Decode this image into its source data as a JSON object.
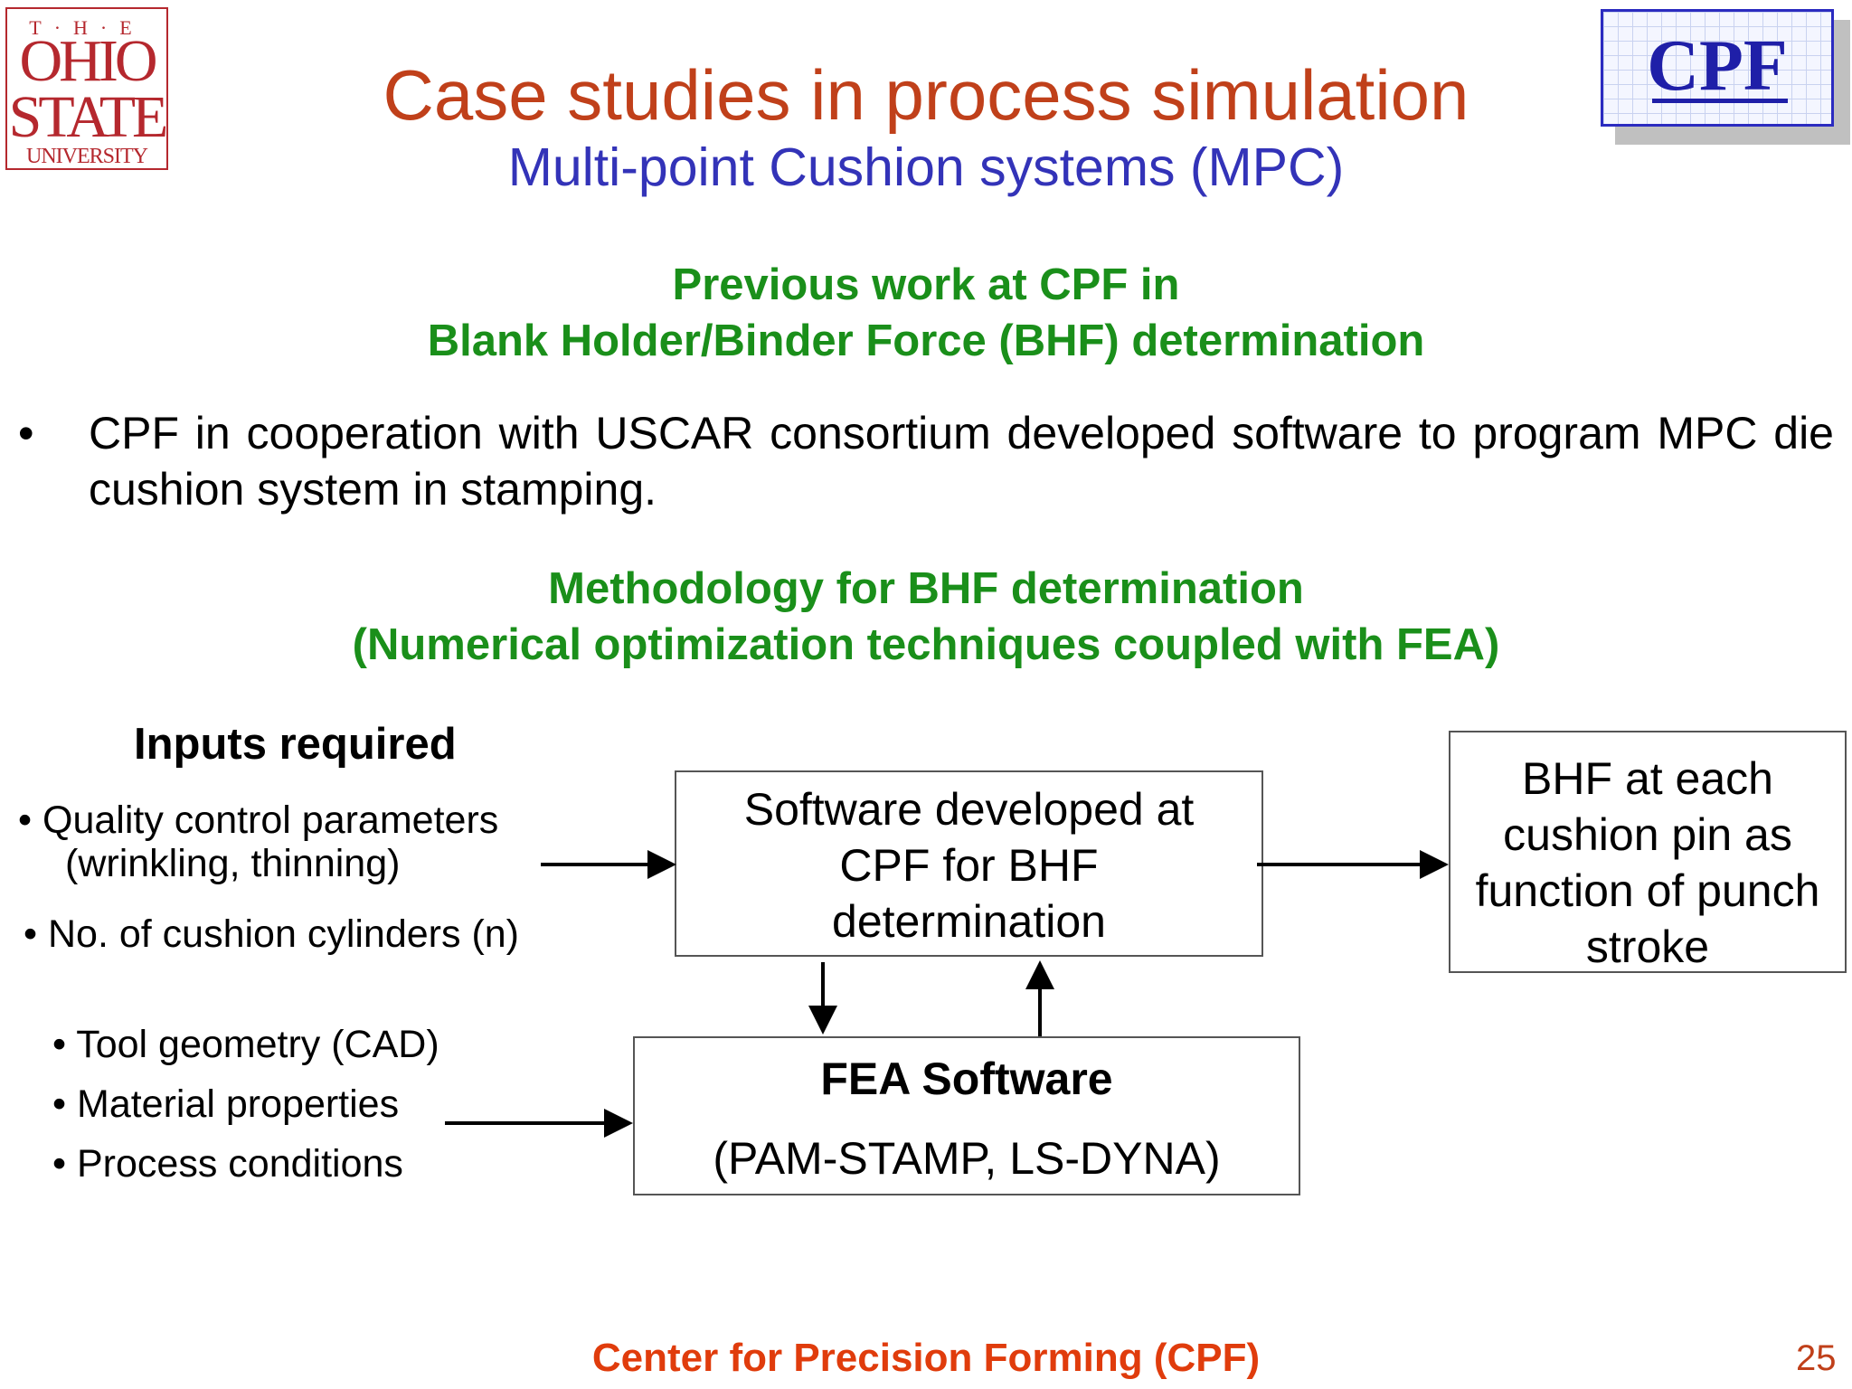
{
  "logos": {
    "osu": {
      "the": "T·H·E",
      "ohio": "OHIO",
      "state": "STATE",
      "university": "UNIVERSITY"
    },
    "cpf": {
      "text": "CPF"
    }
  },
  "slide": {
    "title": "Case studies in process simulation",
    "subtitle": "Multi-point Cushion systems (MPC)",
    "previous_work_heading": [
      "Previous work at CPF in",
      "Blank Holder/Binder Force (BHF) determination"
    ],
    "bullet": "CPF in cooperation with USCAR consortium developed software to program MPC die cushion system in stamping.",
    "bullet_marker": "•",
    "methodology_heading": [
      "Methodology for BHF determination",
      "(Numerical optimization techniques coupled with FEA)"
    ],
    "footer": "Center for Precision Forming (CPF)",
    "page_number": "25"
  },
  "diagram": {
    "inputs_title": "Inputs required",
    "inputs_group1": [
      "• Quality control parameters",
      "(wrinkling, thinning)",
      "• No. of cushion cylinders (n)"
    ],
    "inputs_group2": [
      "• Tool geometry (CAD)",
      "• Material properties",
      "• Process conditions"
    ],
    "software_box": [
      "Software developed at",
      "CPF for BHF",
      "determination"
    ],
    "output_box": [
      "BHF at each",
      "cushion pin as",
      "function of punch",
      "stroke"
    ],
    "fea_box": {
      "title": "FEA Software",
      "subtitle": "(PAM-STAMP, LS-DYNA)"
    },
    "colors": {
      "arrow": "#000000",
      "box_border": "#555555"
    }
  }
}
